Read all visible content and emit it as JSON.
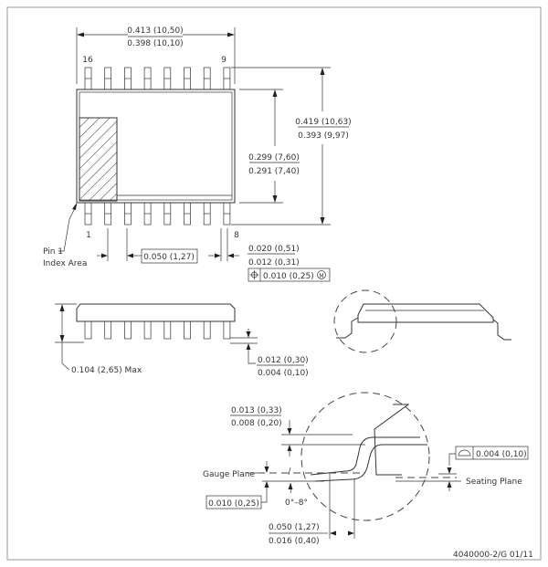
{
  "top_view": {
    "width_max": "0.413 (10,50)",
    "width_min": "0.398 (10,10)",
    "pin_16": "16",
    "pin_9": "9",
    "pin_1": "1",
    "pin_8": "8",
    "overall_max": "0.419 (10,63)",
    "overall_min": "0.393 (9,97)",
    "body_max": "0.299 (7,60)",
    "body_min": "0.291 (7,40)",
    "pin1_label_line1": "Pin 1",
    "pin1_label_line2": "Index Area",
    "pitch": "0.050 (1,27)",
    "lead_width_max": "0.020 (0,51)",
    "lead_width_min": "0.012 (0,31)",
    "position_tolerance": "0.010 (0,25)",
    "mmc_symbol": "M"
  },
  "side_view": {
    "height_max": "0.104 (2,65) Max",
    "standoff_max": "0.012 (0,30)",
    "standoff_min": "0.004 (0,10)"
  },
  "detail": {
    "thickness_max": "0.013 (0,33)",
    "thickness_min": "0.008 (0,20)",
    "gauge_plane": "Gauge Plane",
    "gauge_value": "0.010 (0,25)",
    "angle": "0°–8°",
    "foot_max": "0.050 (1,27)",
    "foot_min": "0.016 (0,40)",
    "coplanarity": "0.004 (0,10)",
    "seating_plane": "Seating Plane"
  },
  "drawing_number": "4040000-2/G 01/11"
}
